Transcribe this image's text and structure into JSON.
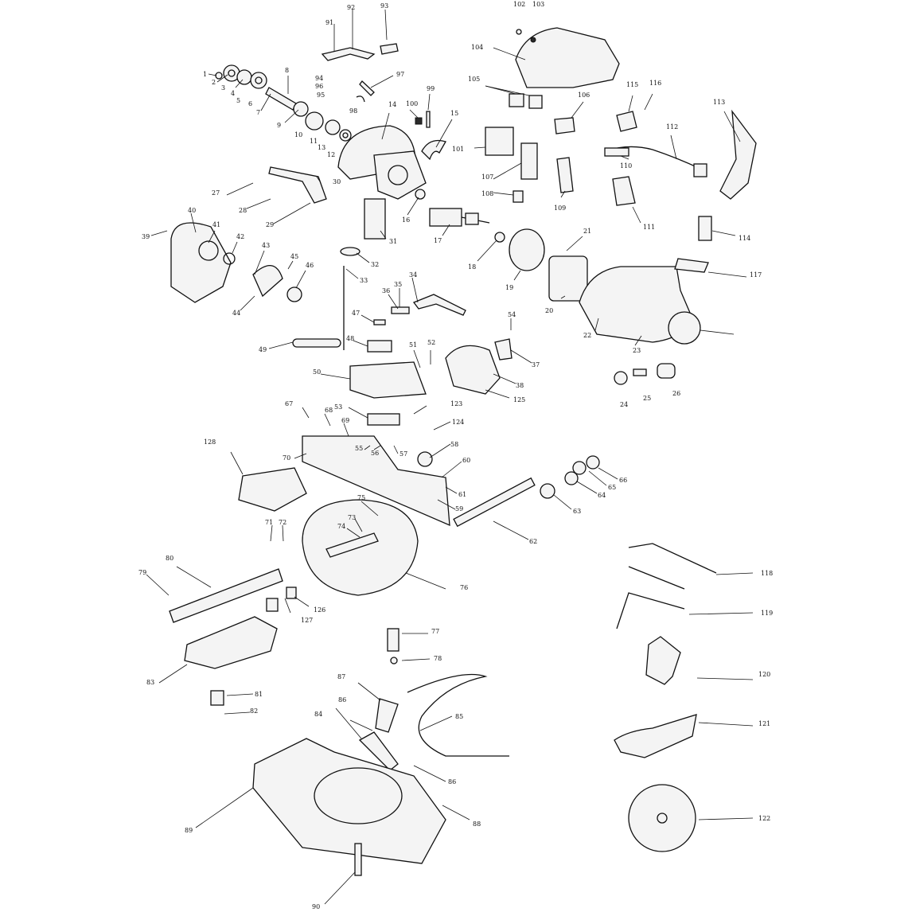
{
  "diagram": {
    "style": "exploded parts view, black line art on white",
    "callouts": [
      {
        "id": "c1",
        "text": "1"
      },
      {
        "id": "c2",
        "text": "2"
      },
      {
        "id": "c3",
        "text": "3"
      },
      {
        "id": "c4",
        "text": "4"
      },
      {
        "id": "c5",
        "text": "5"
      },
      {
        "id": "c6",
        "text": "6"
      },
      {
        "id": "c7",
        "text": "7"
      },
      {
        "id": "c8",
        "text": "8"
      },
      {
        "id": "c9",
        "text": "9"
      },
      {
        "id": "c10",
        "text": "10"
      },
      {
        "id": "c11",
        "text": "11"
      },
      {
        "id": "c12",
        "text": "12"
      },
      {
        "id": "c13",
        "text": "13"
      },
      {
        "id": "c14",
        "text": "14"
      },
      {
        "id": "c15",
        "text": "15"
      },
      {
        "id": "c16",
        "text": "16"
      },
      {
        "id": "c17",
        "text": "17"
      },
      {
        "id": "c18",
        "text": "18"
      },
      {
        "id": "c19",
        "text": "19"
      },
      {
        "id": "c20",
        "text": "20"
      },
      {
        "id": "c21",
        "text": "21"
      },
      {
        "id": "c22",
        "text": "22"
      },
      {
        "id": "c23",
        "text": "23"
      },
      {
        "id": "c24",
        "text": "24"
      },
      {
        "id": "c25",
        "text": "25"
      },
      {
        "id": "c26",
        "text": "26"
      },
      {
        "id": "c27",
        "text": "27"
      },
      {
        "id": "c28",
        "text": "28"
      },
      {
        "id": "c29",
        "text": "29"
      },
      {
        "id": "c30",
        "text": "30"
      },
      {
        "id": "c31",
        "text": "31"
      },
      {
        "id": "c32",
        "text": "32"
      },
      {
        "id": "c33",
        "text": "33"
      },
      {
        "id": "c34",
        "text": "34"
      },
      {
        "id": "c35",
        "text": "35"
      },
      {
        "id": "c36",
        "text": "36"
      },
      {
        "id": "c37",
        "text": "37"
      },
      {
        "id": "c38",
        "text": "38"
      },
      {
        "id": "c39",
        "text": "39"
      },
      {
        "id": "c40",
        "text": "40"
      },
      {
        "id": "c41",
        "text": "41"
      },
      {
        "id": "c42",
        "text": "42"
      },
      {
        "id": "c43",
        "text": "43"
      },
      {
        "id": "c44",
        "text": "44"
      },
      {
        "id": "c45",
        "text": "45"
      },
      {
        "id": "c46",
        "text": "46"
      },
      {
        "id": "c47",
        "text": "47"
      },
      {
        "id": "c48",
        "text": "48"
      },
      {
        "id": "c49",
        "text": "49"
      },
      {
        "id": "c50",
        "text": "50"
      },
      {
        "id": "c51",
        "text": "51"
      },
      {
        "id": "c52",
        "text": "52"
      },
      {
        "id": "c53",
        "text": "53"
      },
      {
        "id": "c54",
        "text": "54"
      },
      {
        "id": "c55",
        "text": "55"
      },
      {
        "id": "c56",
        "text": "56"
      },
      {
        "id": "c57",
        "text": "57"
      },
      {
        "id": "c58",
        "text": "58"
      },
      {
        "id": "c59",
        "text": "59"
      },
      {
        "id": "c60",
        "text": "60"
      },
      {
        "id": "c61",
        "text": "61"
      },
      {
        "id": "c62",
        "text": "62"
      },
      {
        "id": "c63",
        "text": "63"
      },
      {
        "id": "c64",
        "text": "64"
      },
      {
        "id": "c65",
        "text": "65"
      },
      {
        "id": "c66",
        "text": "66"
      },
      {
        "id": "c67",
        "text": "67"
      },
      {
        "id": "c68",
        "text": "68"
      },
      {
        "id": "c69",
        "text": "69"
      },
      {
        "id": "c70",
        "text": "70"
      },
      {
        "id": "c71",
        "text": "71"
      },
      {
        "id": "c72",
        "text": "72"
      },
      {
        "id": "c73",
        "text": "73"
      },
      {
        "id": "c74",
        "text": "74"
      },
      {
        "id": "c75",
        "text": "75"
      },
      {
        "id": "c76",
        "text": "76"
      },
      {
        "id": "c77",
        "text": "77"
      },
      {
        "id": "c78",
        "text": "78"
      },
      {
        "id": "c79",
        "text": "79"
      },
      {
        "id": "c80",
        "text": "80"
      },
      {
        "id": "c81",
        "text": "81"
      },
      {
        "id": "c82",
        "text": "82"
      },
      {
        "id": "c83",
        "text": "83"
      },
      {
        "id": "c84",
        "text": "84"
      },
      {
        "id": "c85",
        "text": "85"
      },
      {
        "id": "c86a",
        "text": "86"
      },
      {
        "id": "c86b",
        "text": "86"
      },
      {
        "id": "c87",
        "text": "87"
      },
      {
        "id": "c88",
        "text": "88"
      },
      {
        "id": "c89",
        "text": "89"
      },
      {
        "id": "c90",
        "text": "90"
      },
      {
        "id": "c91",
        "text": "91"
      },
      {
        "id": "c92",
        "text": "92"
      },
      {
        "id": "c93",
        "text": "93"
      },
      {
        "id": "c94",
        "text": "94"
      },
      {
        "id": "c95",
        "text": "95"
      },
      {
        "id": "c96",
        "text": "96"
      },
      {
        "id": "c97",
        "text": "97"
      },
      {
        "id": "c98",
        "text": "98"
      },
      {
        "id": "c99",
        "text": "99"
      },
      {
        "id": "c100",
        "text": "100"
      },
      {
        "id": "c101",
        "text": "101"
      },
      {
        "id": "c102",
        "text": "102"
      },
      {
        "id": "c103",
        "text": "103"
      },
      {
        "id": "c104",
        "text": "104"
      },
      {
        "id": "c105",
        "text": "105"
      },
      {
        "id": "c106",
        "text": "106"
      },
      {
        "id": "c107",
        "text": "107"
      },
      {
        "id": "c108",
        "text": "108"
      },
      {
        "id": "c109",
        "text": "109"
      },
      {
        "id": "c110",
        "text": "110"
      },
      {
        "id": "c111",
        "text": "111"
      },
      {
        "id": "c112",
        "text": "112"
      },
      {
        "id": "c113",
        "text": "113"
      },
      {
        "id": "c114",
        "text": "114"
      },
      {
        "id": "c115",
        "text": "115"
      },
      {
        "id": "c116",
        "text": "116"
      },
      {
        "id": "c117",
        "text": "117"
      },
      {
        "id": "c118",
        "text": "118"
      },
      {
        "id": "c119",
        "text": "119"
      },
      {
        "id": "c120",
        "text": "120"
      },
      {
        "id": "c121",
        "text": "121"
      },
      {
        "id": "c122",
        "text": "122"
      },
      {
        "id": "c123",
        "text": "123"
      },
      {
        "id": "c124",
        "text": "124"
      },
      {
        "id": "c125",
        "text": "125"
      },
      {
        "id": "c126",
        "text": "126"
      },
      {
        "id": "c127",
        "text": "127"
      },
      {
        "id": "c128",
        "text": "128"
      }
    ]
  }
}
